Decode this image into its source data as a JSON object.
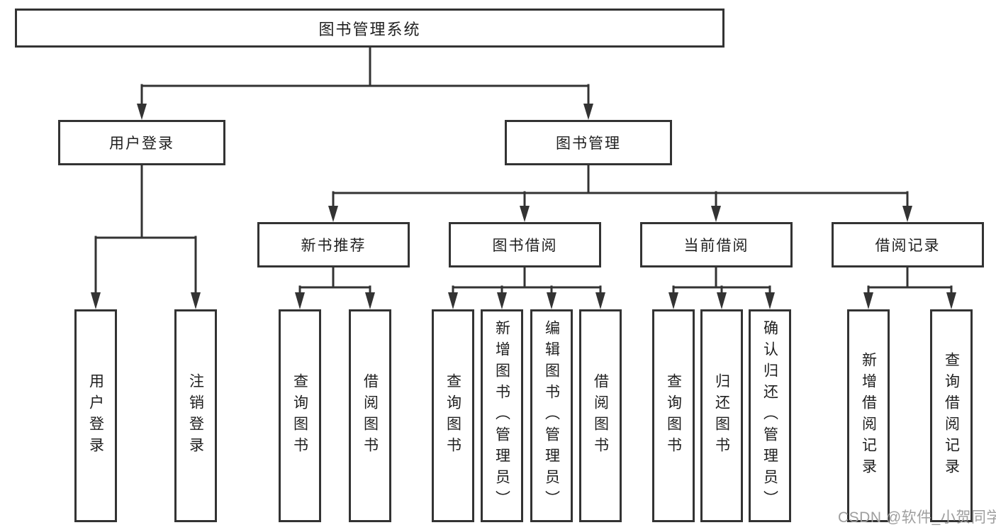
{
  "tree": {
    "root": {
      "label": "图书管理系统"
    },
    "branches": [
      {
        "label": "用户登录",
        "children": [
          {
            "label": "用户登录"
          },
          {
            "label": "注销登录"
          }
        ]
      },
      {
        "label": "图书管理",
        "children": [
          {
            "label": "新书推荐",
            "children": [
              {
                "label": "查询图书"
              },
              {
                "label": "借阅图书"
              }
            ]
          },
          {
            "label": "图书借阅",
            "children": [
              {
                "label": "查询图书"
              },
              {
                "label": "新增图书（管理员）"
              },
              {
                "label": "编辑图书（管理员）"
              },
              {
                "label": "借阅图书"
              }
            ]
          },
          {
            "label": "当前借阅",
            "children": [
              {
                "label": "查询图书"
              },
              {
                "label": "归还图书"
              },
              {
                "label": "确认归还（管理员）"
              }
            ]
          },
          {
            "label": "借阅记录",
            "children": [
              {
                "label": "新增借阅记录"
              },
              {
                "label": "查询借阅记录"
              }
            ]
          }
        ]
      }
    ]
  },
  "watermark": "CSDN @软件_小贺同学",
  "colors": {
    "line": "#333333",
    "text": "#1f1f1f",
    "watermark": "#9e9e9e",
    "background": "#ffffff"
  }
}
